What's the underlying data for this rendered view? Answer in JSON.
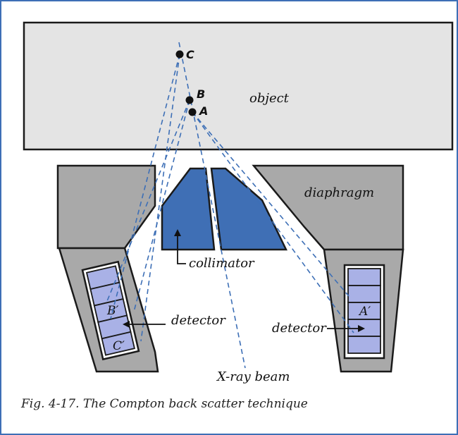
{
  "labels": {
    "object": "object",
    "diaphragm": "diaphragm",
    "collimator": "collimator",
    "detector_left": "detector",
    "detector_right": "detector",
    "xray_beam": "X-ray beam"
  },
  "points": {
    "c": "C",
    "b": "B",
    "a": "A"
  },
  "detector_cells": {
    "b_prime": "B′",
    "c_prime": "C′",
    "a_prime": "A′"
  },
  "caption": "Fig. 4-17.  The Compton back scatter technique",
  "colors": {
    "object_fill": "#e4e4e4",
    "diaphragm_fill": "#a9a9a9",
    "collimator_fill": "#3f6fb5",
    "detector_cell_fill": "#a9b1e6",
    "beam_line": "#3d6fb6",
    "frame_border": "#3d6fb6"
  }
}
